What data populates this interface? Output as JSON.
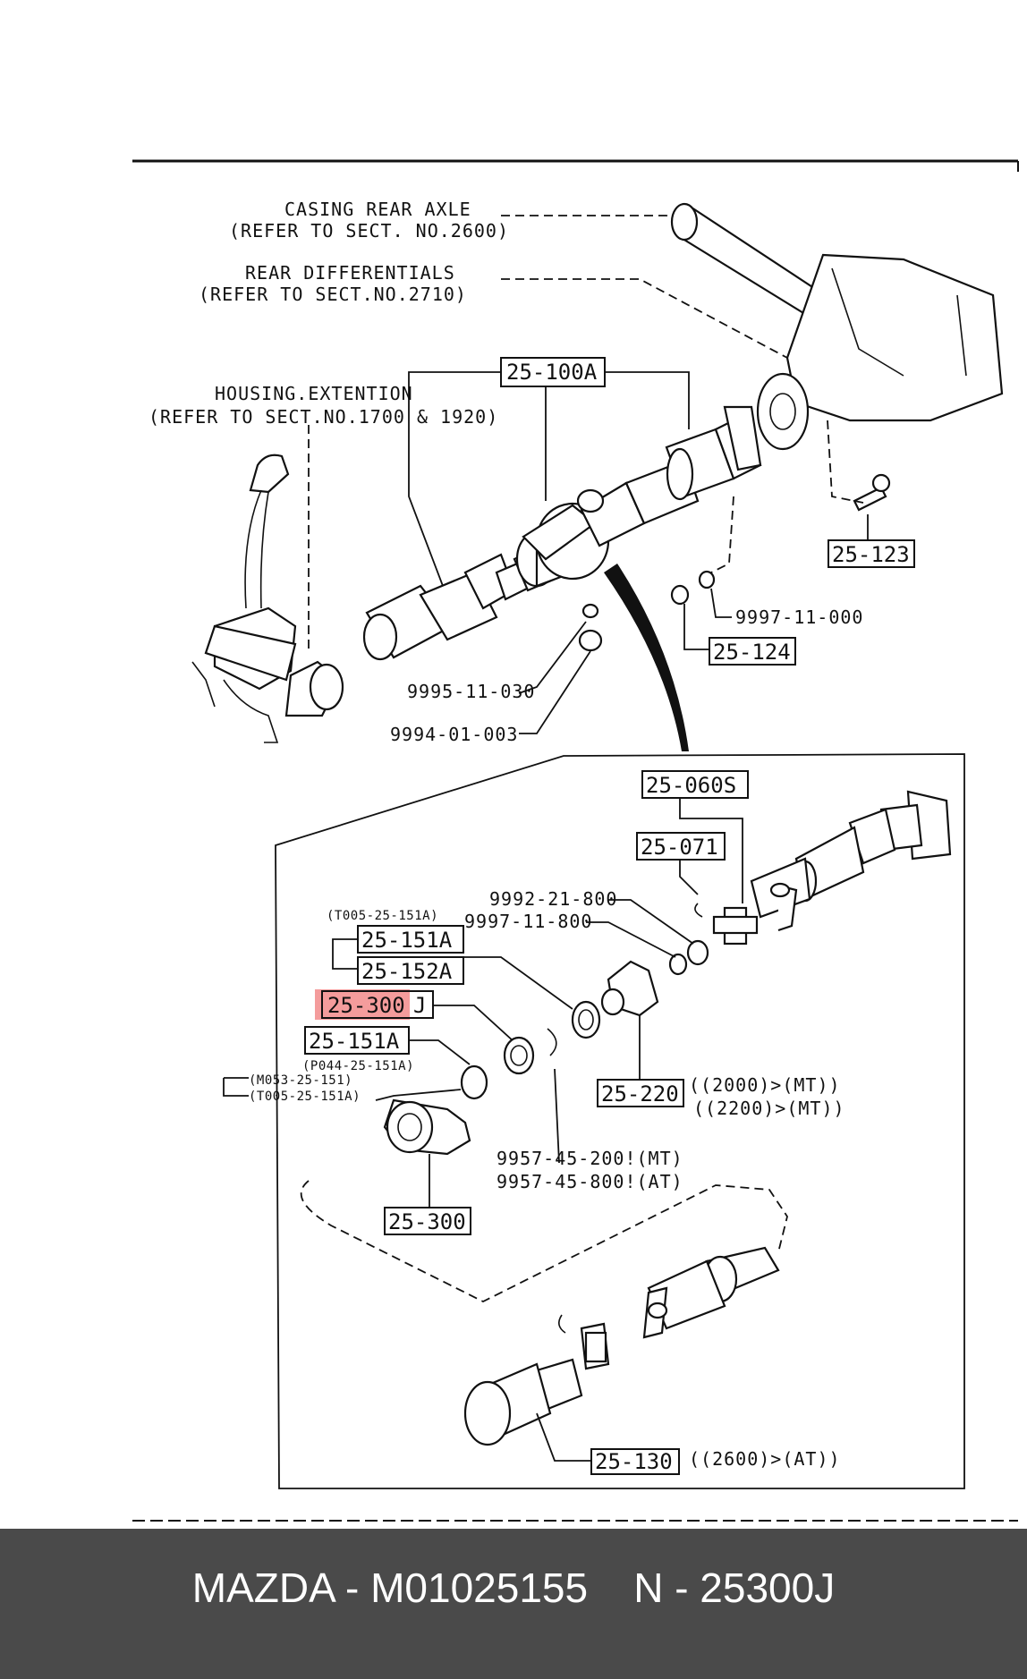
{
  "labels": {
    "casing_1": "CASING REAR AXLE",
    "casing_2": "(REFER TO SECT. NO.2600)",
    "diff_1": "REAR DIFFERENTIALS",
    "diff_2": "(REFER TO SECT.NO.2710)",
    "housing_1": "HOUSING.EXTENTION",
    "housing_2": "(REFER TO SECT.NO.1700 & 1920)"
  },
  "part_numbers": {
    "p25_100A": "25-100A",
    "p25_123": "25-123",
    "p25_124": "25-124",
    "p9997_11_000": "9997-11-000",
    "p9995_11_030": "9995-11-030",
    "p9994_01_003": "9994-01-003",
    "p25_060S": "25-060S",
    "p25_071": "25-071",
    "p9992_21_800": "9992-21-800",
    "p9997_11_800": "9997-11-800",
    "t005_151A": "(T005-25-151A)",
    "p25_151A_top": "25-151A",
    "p25_152A": "25-152A",
    "p25_300J_main": "25-300",
    "p25_300J_suffix": "J",
    "p25_151A_lower": "25-151A",
    "p044": "(P044-25-151A)",
    "m053": "(M053-25-151)",
    "t005_151A_b": "(T005-25-151A)",
    "p25_220": "25-220",
    "p25_220_note1": "((2000)>(MT))",
    "p25_220_note2": "((2200)>(MT))",
    "p9957_mt": "9957-45-200!(MT)",
    "p9957_at": "9957-45-800!(AT)",
    "p25_300": "25-300",
    "p25_130": "25-130",
    "p25_130_note": "((2600)>(AT))"
  },
  "highlight_color": "#f28b8b",
  "footer": {
    "text": "MAZDA - M01025155    N - 25300J"
  }
}
